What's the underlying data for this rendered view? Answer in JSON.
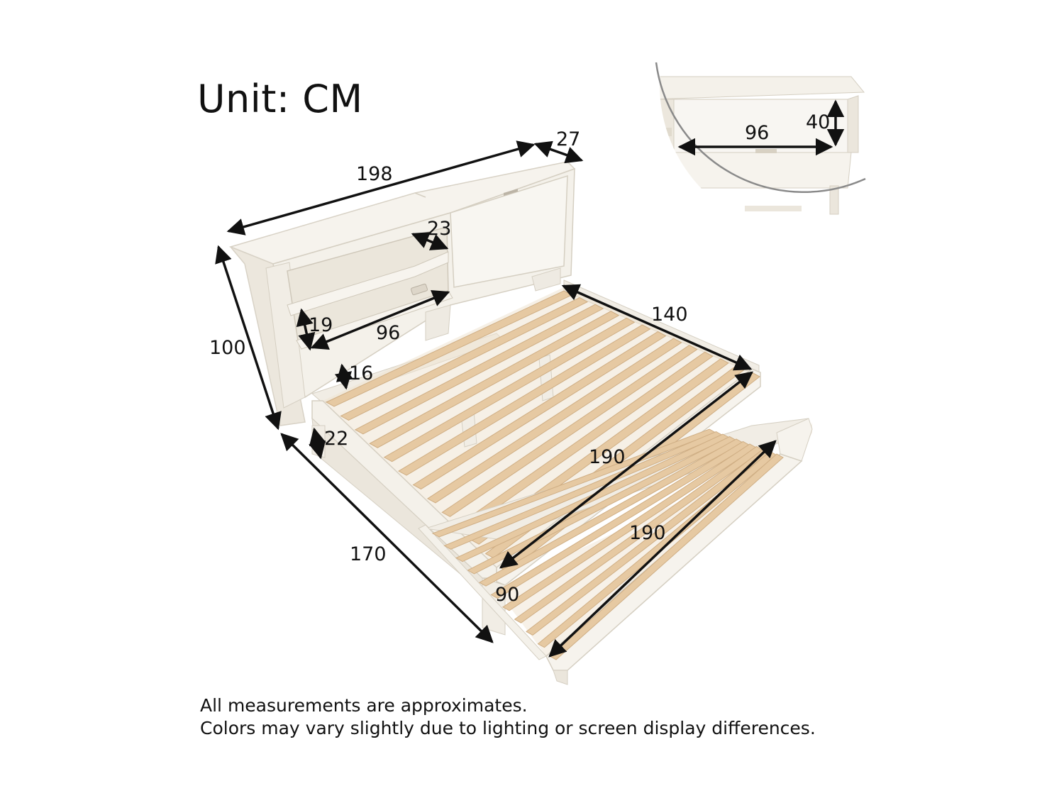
{
  "unit_label": "Unit: CM",
  "dimensions": {
    "headboard_width": "198",
    "headboard_depth": "27",
    "headboard_height": "100",
    "shelf_depth": "23",
    "shelf_height": "19",
    "shelf_width": "96",
    "rail_height": "16",
    "side_height": "22",
    "mattress_width": "140",
    "mattress_length": "190",
    "trundle_length": "190",
    "overall_width": "170",
    "trundle_width": "90",
    "inset_drawer_width": "96",
    "inset_drawer_height": "40"
  },
  "notes": {
    "line1": "All measurements are approximates.",
    "line2": "Colors may vary slightly due to lighting or screen display differences."
  },
  "colors": {
    "furniture": "#f4f1ea",
    "furniture_shade": "#e3ded3",
    "slat": "#e6c9a2",
    "slat_shade": "#cfae84",
    "dimension_line": "#111111"
  }
}
